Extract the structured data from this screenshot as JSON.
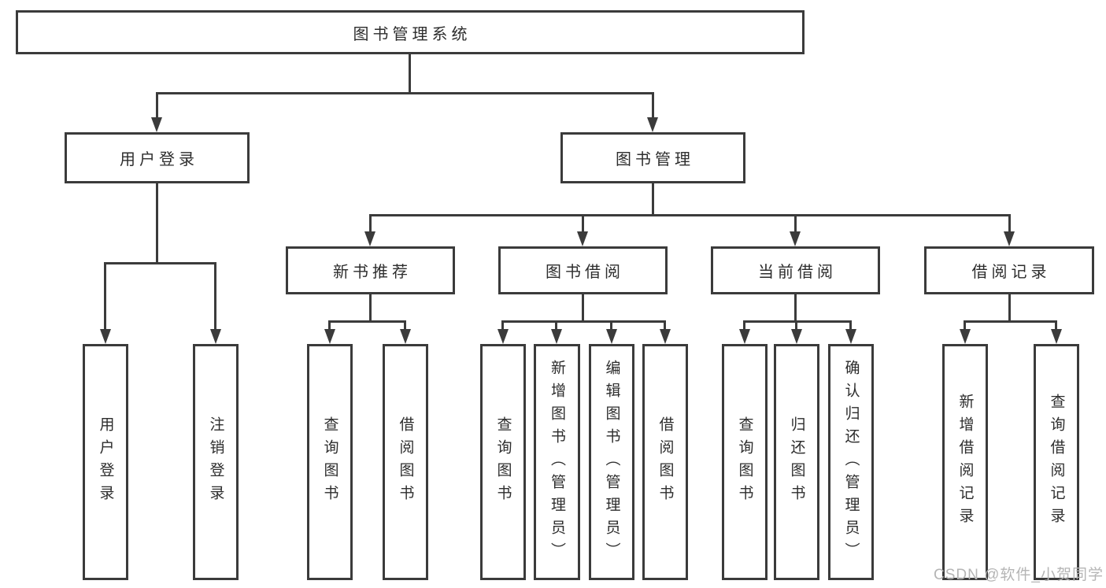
{
  "diagram": {
    "root": {
      "label": "图书管理系统"
    },
    "level2": [
      {
        "label": "用户登录",
        "children": [
          {
            "label": "用户登录"
          },
          {
            "label": "注销登录"
          }
        ]
      },
      {
        "label": "图书管理",
        "children": [
          {
            "label": "新书推荐",
            "children": [
              {
                "label": "查询图书"
              },
              {
                "label": "借阅图书"
              }
            ]
          },
          {
            "label": "图书借阅",
            "children": [
              {
                "label": "查询图书"
              },
              {
                "label": "新增图书（管理员）"
              },
              {
                "label": "编辑图书（管理员）"
              },
              {
                "label": "借阅图书"
              }
            ]
          },
          {
            "label": "当前借阅",
            "children": [
              {
                "label": "查询图书"
              },
              {
                "label": "归还图书"
              },
              {
                "label": "确认归还（管理员）"
              }
            ]
          },
          {
            "label": "借阅记录",
            "children": [
              {
                "label": "新增借阅记录"
              },
              {
                "label": "查询借阅记录"
              }
            ]
          }
        ]
      }
    ]
  },
  "watermark": {
    "label": "CSDN @软件_小贺同学"
  },
  "colors": {
    "line": "#3b3b3b",
    "text": "#2d2d2d",
    "watermark": "#b5b5b5",
    "background": "#ffffff"
  }
}
